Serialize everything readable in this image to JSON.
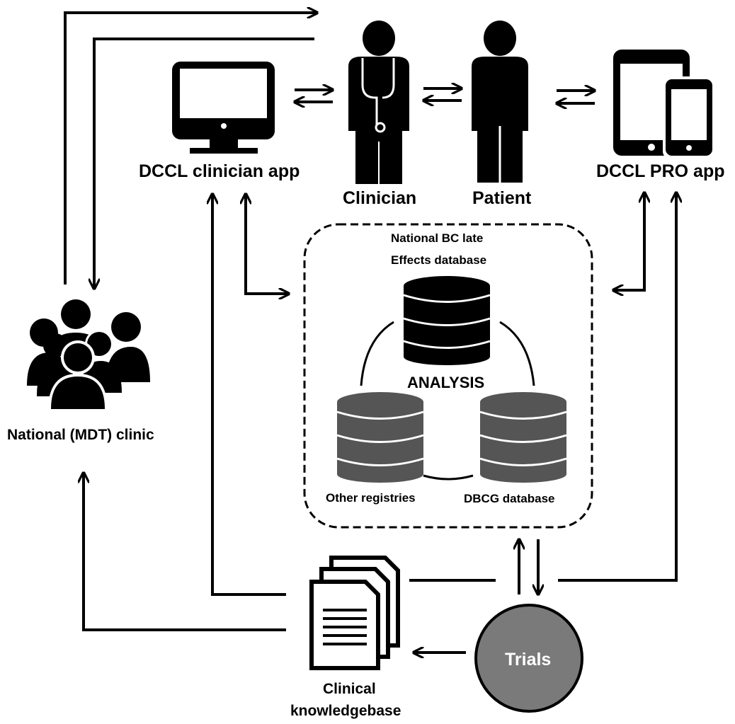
{
  "nodes": {
    "clinician_app": {
      "label": "DCCL clinician app",
      "icon": "monitor-icon"
    },
    "clinician": {
      "label": "Clinician",
      "icon": "doctor-icon"
    },
    "patient": {
      "label": "Patient",
      "icon": "person-icon"
    },
    "pro_app": {
      "label": "DCCL PRO app",
      "icon": "tablet-phone-icon"
    },
    "mdt_clinic": {
      "label": "National (MDT) clinic",
      "icon": "group-icon"
    },
    "knowledgebase": {
      "label_line1": "Clinical",
      "label_line2": "knowledgebase",
      "icon": "documents-icon"
    },
    "trials": {
      "label": "Trials",
      "fill": "#7a7a7a"
    }
  },
  "analysis_box": {
    "title": "ANALYSIS",
    "late_effects_db": {
      "label_line1": "National BC late",
      "label_line2": "Effects database",
      "color": "#000000"
    },
    "other_registries": {
      "label": "Other registries",
      "color": "#555555"
    },
    "dbcg_db": {
      "label": "DBCG database",
      "color": "#555555"
    }
  }
}
